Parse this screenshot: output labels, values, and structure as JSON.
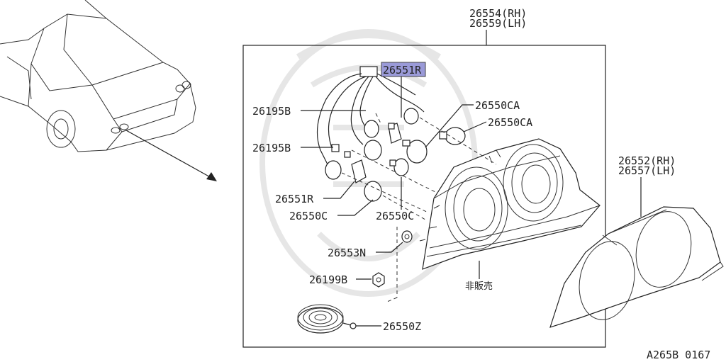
{
  "diagram": {
    "parts": {
      "housing_rh": "26554(RH)",
      "housing_lh": "26559(LH)",
      "lens_rh": "26552(RH)",
      "lens_lh": "26557(LH)",
      "harness_top": "26551R",
      "socket_1": "26195B",
      "socket_2": "26195B",
      "harness_bottom": "26551R",
      "bulb_ca_1": "26550CA",
      "bulb_ca_2": "26550CA",
      "bulb_c_1": "26550C",
      "bulb_c_2": "26550C",
      "grommet": "26553N",
      "nut": "26199B",
      "seal": "26550Z",
      "not_for_sale": "非販売",
      "figure_code": "A265B 0167"
    },
    "highlight_color": "#9a9ad8"
  }
}
